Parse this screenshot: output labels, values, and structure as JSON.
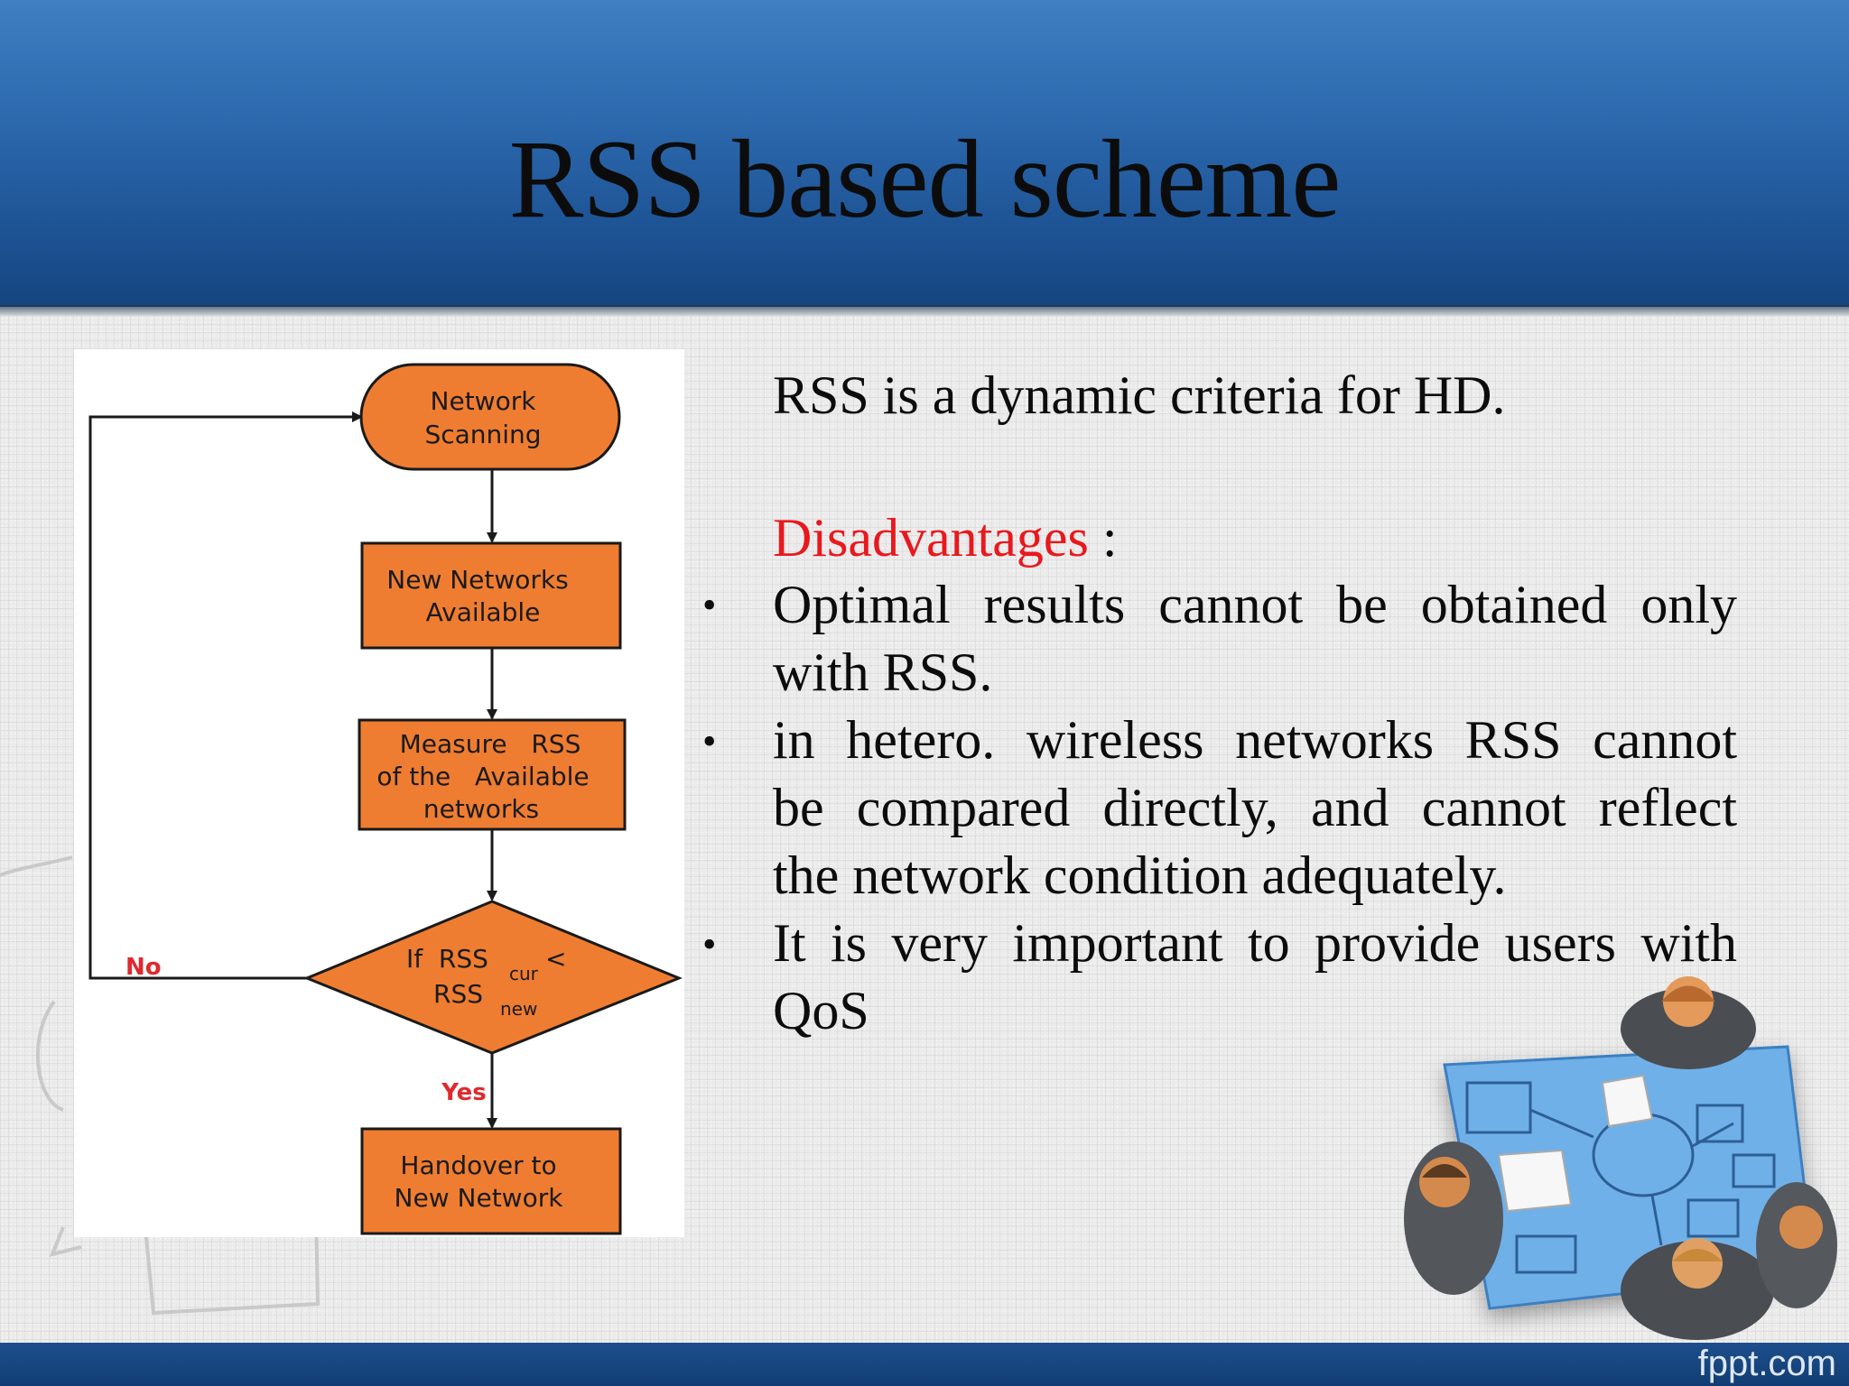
{
  "slide": {
    "title": "RSS based scheme",
    "footer_brand": "fppt.com"
  },
  "flowchart": {
    "start": [
      "Network",
      "Scanning"
    ],
    "step1": [
      "New Networks",
      "Available"
    ],
    "step2": [
      "Measure   RSS",
      "of the   Available",
      "networks"
    ],
    "decision": {
      "line1": "If  RSS",
      "line1_sub": "cur",
      "line1_tail": "<",
      "line2": "RSS",
      "line2_sub": "new"
    },
    "end": [
      "Handover to",
      "New Network"
    ],
    "label_no": "No",
    "label_yes": "Yes"
  },
  "text": {
    "intro": "RSS is a dynamic criteria for HD.",
    "disadvantages_label": "Disadvantages",
    "disadvantages_colon": " :",
    "bullet_glyph": "•",
    "bullets": [
      [
        "Optimal results cannot be obtained only",
        "with RSS."
      ],
      [
        "in hetero. wireless networks RSS cannot",
        "be compared directly, and cannot reflect",
        "the network condition adequately."
      ],
      [
        "It is very important to provide users with",
        "QoS"
      ]
    ]
  },
  "colors": {
    "header_blue": "#2e6bb0",
    "flow_orange": "#ef7d31",
    "flow_label_red": "#e0292d",
    "accent_red": "#e8191e",
    "footer_blue": "#1d4f8d"
  }
}
